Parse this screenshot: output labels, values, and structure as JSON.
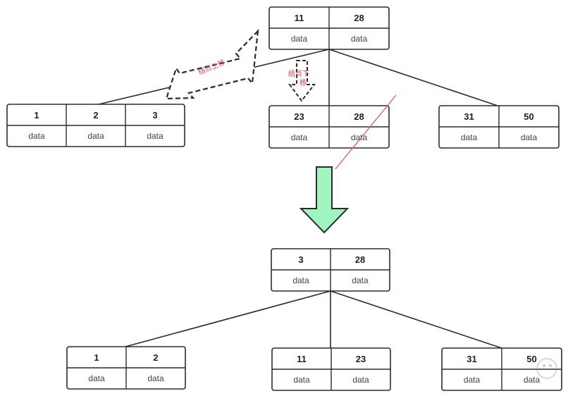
{
  "colors": {
    "stroke": "#2b2b2b",
    "down_arrow_fill": "#9ff4bf",
    "note_text": "#d9434b",
    "strike_line": "#e05a5a"
  },
  "nodes": {
    "top_root": {
      "cells": [
        {
          "key": "11",
          "data": "data"
        },
        {
          "key": "28",
          "data": "data"
        }
      ]
    },
    "top_left": {
      "cells": [
        {
          "key": "1",
          "data": "data"
        },
        {
          "key": "2",
          "data": "data"
        },
        {
          "key": "3",
          "data": "data"
        }
      ]
    },
    "top_middle": {
      "cells": [
        {
          "key": "23",
          "data": "data"
        },
        {
          "key": "28",
          "data": "data"
        }
      ]
    },
    "top_right": {
      "cells": [
        {
          "key": "31",
          "data": "data"
        },
        {
          "key": "50",
          "data": "data"
        }
      ]
    },
    "bottom_root": {
      "cells": [
        {
          "key": "3",
          "data": "data"
        },
        {
          "key": "28",
          "data": "data"
        }
      ]
    },
    "bottom_left": {
      "cells": [
        {
          "key": "1",
          "data": "data"
        },
        {
          "key": "2",
          "data": "data"
        }
      ]
    },
    "bottom_middle": {
      "cells": [
        {
          "key": "11",
          "data": "data"
        },
        {
          "key": "23",
          "data": "data"
        }
      ]
    },
    "bottom_right": {
      "cells": [
        {
          "key": "31",
          "data": "data"
        },
        {
          "key": "50",
          "data": "data"
        }
      ]
    }
  },
  "annotations": {
    "move_up": "结点上移",
    "move_down": "结点下移"
  },
  "icons": {
    "transition_arrow": "down-arrow-icon",
    "up_arrow": "double-headed-dashed-arrow-icon",
    "down_arrow": "dashed-down-arrow-icon"
  }
}
